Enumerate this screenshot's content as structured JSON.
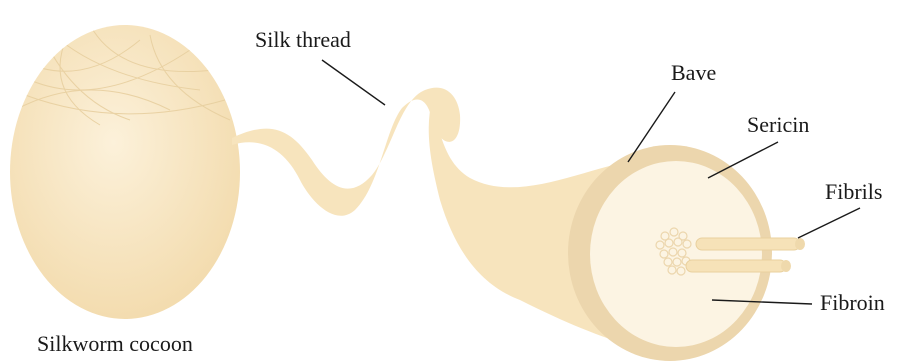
{
  "labels": {
    "silk_thread": "Silk thread",
    "bave": "Bave",
    "sericin": "Sericin",
    "fibrils": "Fibrils",
    "fibroin": "Fibroin",
    "cocoon": "Silkworm cocoon"
  },
  "colors": {
    "cocoon_fill": "#f8e7c2",
    "thread_fill": "#f7e4bd",
    "sericin_ring": "#ecd6ad",
    "fibroin_core": "#fcf4e3",
    "fibril_fill": "#f6e2b8",
    "line": "#1a1a1a"
  }
}
